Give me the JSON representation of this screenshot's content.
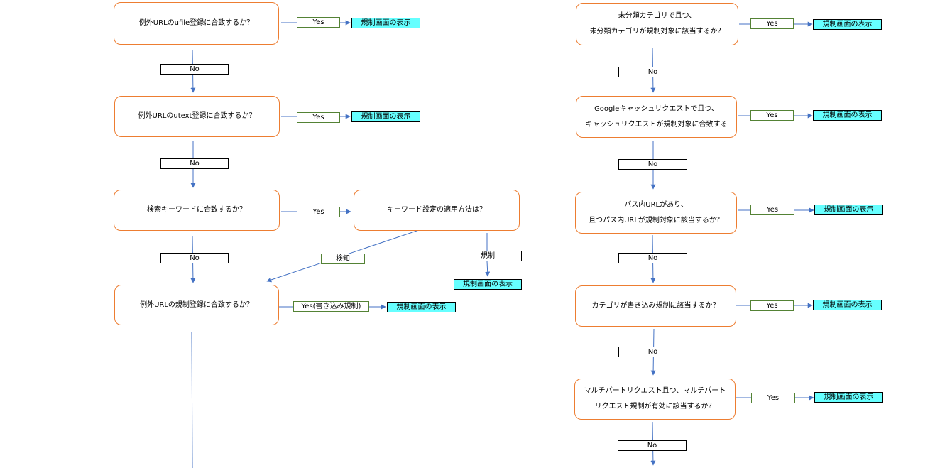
{
  "left": {
    "q1": "例外URLのufile登録に合致するか？",
    "q2": "例外URLのutext登録に合致するか？",
    "q3": "検索キーワードに合致するか？",
    "q3b": "キーワード設定の適用方法は？",
    "q4": "例外URLの規制登録に合致するか？",
    "yes": "Yes",
    "no": "No",
    "detect": "検知",
    "regulate": "規制",
    "yes_write": "Yes(書き込み規制)",
    "result": "規制画面の表示"
  },
  "right": {
    "q1_line1": "未分類カテゴリで且つ、",
    "q1_line2": "未分類カテゴリが規制対象に該当するか？",
    "q2_line1": "Googleキャッシュリクエストで且つ、",
    "q2_line2": "キャッシュリクエストが規制対象に合致する",
    "q3_line1": "パス内URLがあり、",
    "q3_line2": "且つパス内URLが規制対象に該当するか？",
    "q4": "カテゴリが書き込み規制に該当するか？",
    "q5_line1": "マルチパートリクエスト且つ、マルチパート",
    "q5_line2": "リクエスト規制が有効に該当するか？",
    "yes": "Yes",
    "no": "No",
    "result": "規制画面の表示"
  },
  "colors": {
    "box_border": "#ED7D31",
    "arrow": "#4472C4",
    "yes_border": "#548235",
    "result_fill": "#66FFFF"
  }
}
